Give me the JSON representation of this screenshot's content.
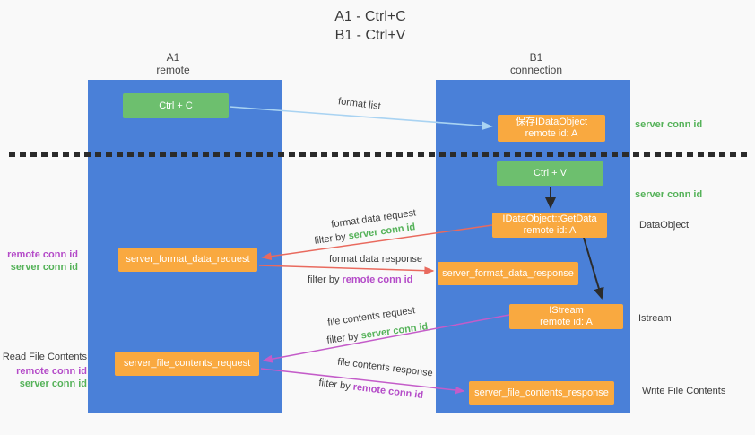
{
  "title": {
    "line1": "A1 - Ctrl+C",
    "line2": "B1 - Ctrl+V"
  },
  "lanes": {
    "a1": {
      "title": "A1",
      "subtitle": "remote"
    },
    "b1": {
      "title": "B1",
      "subtitle": "connection"
    }
  },
  "nodes": {
    "ctrl_c": {
      "label": "Ctrl + C"
    },
    "save_idataobject": {
      "line1": "保存IDataObject",
      "line2": "remote id: A"
    },
    "ctrl_v": {
      "label": "Ctrl + V"
    },
    "getdata": {
      "line1": "IDataObject::GetData",
      "line2": "remote id: A"
    },
    "server_format_data_request": {
      "label": "server_format_data_request"
    },
    "server_format_data_response": {
      "label": "server_format_data_response"
    },
    "istream": {
      "line1": "IStream",
      "line2": "remote id: A"
    },
    "server_file_contents_request": {
      "label": "server_file_contents_request"
    },
    "server_file_contents_response": {
      "label": "server_file_contents_response"
    }
  },
  "arrow_labels": {
    "format_list": "format list",
    "format_data_request": "format data request",
    "format_data_response": "format data response",
    "file_contents_request": "file contents request",
    "file_contents_response": "file contents response",
    "filter_by": "filter by",
    "server_conn_id": "server conn id",
    "remote_conn_id": "remote conn id"
  },
  "side_labels": {
    "left": {
      "remote_conn_id": "remote conn id",
      "server_conn_id": "server conn id",
      "read_file_contents": "Read File Contents"
    },
    "right": {
      "server_conn_id_top": "server conn id",
      "server_conn_id_mid": "server conn id",
      "dataobject": "DataObject",
      "istream": "Istream",
      "write_file_contents": "Write File Contents"
    }
  },
  "colors": {
    "background": "#f9f9f9",
    "lane_blue": "#4a80d8",
    "node_green": "#6dbf6e",
    "node_orange": "#f9a940",
    "arrow_lightblue": "#a9d3f2",
    "arrow_red": "#e96a5e",
    "arrow_magenta": "#c45cc9",
    "arrow_black": "#2b2b2b",
    "text_green": "#55b259",
    "text_purple": "#b44bc8",
    "text_dark": "#3d3d3d"
  }
}
